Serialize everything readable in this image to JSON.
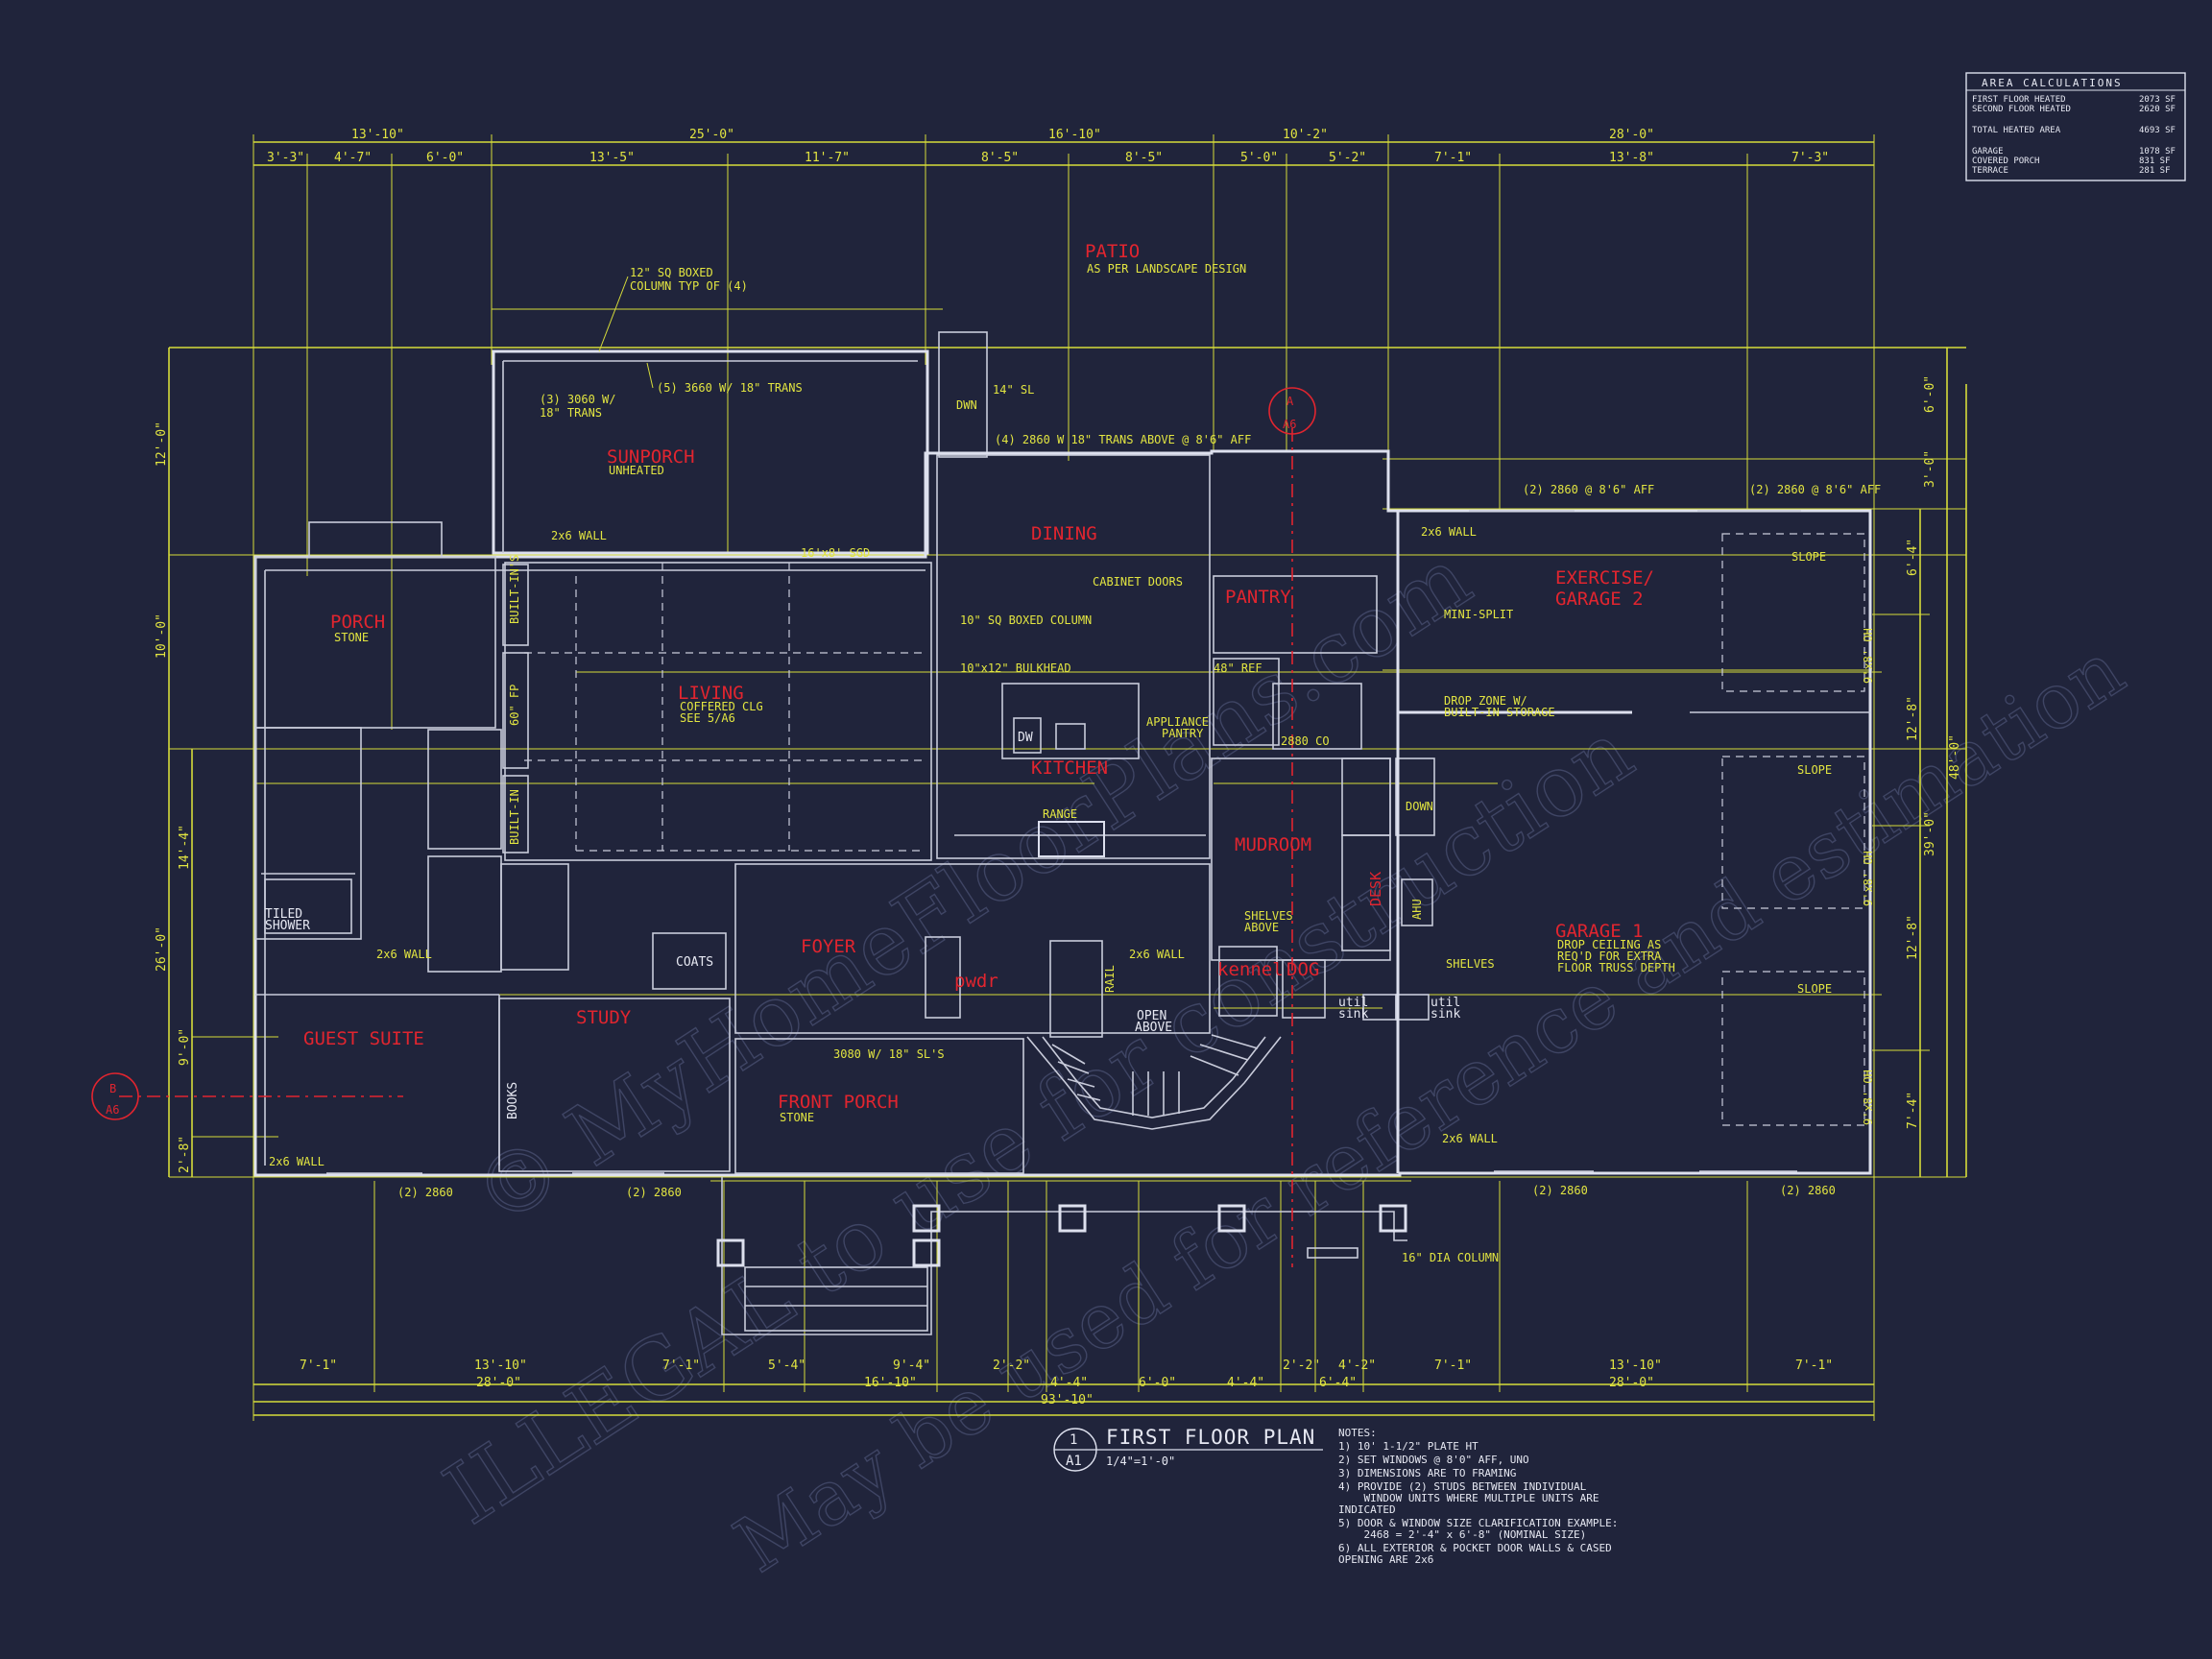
{
  "rooms": {
    "patio": "PATIO",
    "patio_note": "AS PER LANDSCAPE DESIGN",
    "sunporch": "SUNPORCH",
    "sunporch_note": "UNHEATED",
    "porch": "PORCH",
    "porch_note": "STONE",
    "living": "LIVING",
    "living_note1": "COFFERED CLG",
    "living_note2": "SEE 5/A6",
    "dining": "DINING",
    "pantry": "PANTRY",
    "kitchen": "KITCHEN",
    "mudroom": "MUDROOM",
    "foyer": "FOYER",
    "study": "STUDY",
    "guest_suite": "GUEST SUITE",
    "front_porch": "FRONT PORCH",
    "front_porch_note": "STONE",
    "pwdr": "pwdr",
    "kennel": "kennel",
    "dog": "DOG",
    "exercise": "EXERCISE/",
    "garage2": "GARAGE 2",
    "garage1": "GARAGE 1",
    "garage1_note1": "DROP CEILING AS",
    "garage1_note2": "REQ'D FOR EXTRA",
    "garage1_note3": "FLOOR TRUSS DEPTH",
    "desk": "DESK"
  },
  "top_dims_outer": [
    "13'-10\"",
    "25'-0\"",
    "16'-10\"",
    "10'-2\"",
    "28'-0\""
  ],
  "top_dims_inner": [
    "3'-3\"",
    "4'-7\"",
    "6'-0\"",
    "13'-5\"",
    "11'-7\"",
    "8'-5\"",
    "8'-5\"",
    "5'-0\"",
    "5'-2\"",
    "7'-1\"",
    "13'-8\"",
    "7'-3\""
  ],
  "bottom_dims_inner": [
    "7'-1\"",
    "13'-10\"",
    "7'-1\"",
    "5'-4\"",
    "9'-4\"",
    "2'-2\"",
    "4'-4\"",
    "6'-0\"",
    "4'-4\"",
    "2'-2\"",
    "4'-2\"",
    "7'-1\"",
    "13'-10\"",
    "7'-1\""
  ],
  "bottom_dims_mid": [
    "28'-0\"",
    "16'-10\"",
    "6'-4\"",
    "28'-0\""
  ],
  "bottom_total": "93'-10\"",
  "left_dims": [
    "12'-0\"",
    "10'-0\"",
    "26'-0\"",
    "14'-4\"",
    "9'-0\"",
    "2'-8\""
  ],
  "right_dims": [
    "6'-0\"",
    "3'-0\"",
    "48'-0\"",
    "39'-0\"",
    "6'-4\"",
    "12'-8\"",
    "12'-8\"",
    "7'-4\""
  ],
  "labels": {
    "col_box": "12\" SQ BOXED",
    "col_box2": "COLUMN TYP OF (4)",
    "trans_3060": "(3) 3060 W/",
    "trans_3060b": "18\" TRANS",
    "trans_3660": "(5) 3660 W/ 18\" TRANS",
    "sl": "14\" SL",
    "dwn": "DWN",
    "trans_2860": "(4) 2860 W 18\" TRANS ABOVE @ 8'6\" AFF",
    "aff_2860a": "(2) 2860 @ 8'6\" AFF",
    "aff_2860b": "(2) 2860 @ 8'6\" AFF",
    "wall_2x6": "2x6 WALL",
    "sgd": "16'x8' SGD",
    "built_ins": "BUILT-IN'S",
    "built_in": "BUILT-IN",
    "fp": "60\" FP",
    "cabinet": "CABINET DOORS",
    "col_10": "10\" SQ BOXED COLUMN",
    "bulkhead": "10\"x12\" BULKHEAD",
    "appliance": "APPLIANCE",
    "appliance2": "PANTRY",
    "dw": "DW",
    "range": "RANGE",
    "ref": "48\" REF",
    "co_2880": "2880 CO",
    "mini_split": "MINI-SPLIT",
    "drop_zone": "DROP ZONE W/",
    "drop_zone2": "BUILT-IN STORAGE",
    "slope": "SLOPE",
    "shelves": "SHELVES",
    "shelves_above": "SHELVES",
    "shelves_above2": "ABOVE",
    "open_above": "OPEN",
    "open_above2": "ABOVE",
    "coats": "COATS",
    "books": "BOOKS",
    "tiled": "TILED",
    "shower": "SHOWER",
    "util_sink": "util",
    "sink": "sink",
    "trans_3080": "3080 W/ 18\" SL'S",
    "dia_col": "16\" DIA COLUMN",
    "w2860": "(2) 2860",
    "ahu": "AHU",
    "down": "DOWN",
    "rail": "RAIL",
    "oh": "9'x8' OH"
  },
  "area_calc": {
    "title": "AREA CALCULATIONS",
    "rows": [
      {
        "label": "FIRST FLOOR HEATED",
        "value": "2073 SF"
      },
      {
        "label": "SECOND FLOOR HEATED",
        "value": "2620 SF"
      },
      {
        "label": "TOTAL HEATED AREA",
        "value": "4693 SF"
      },
      {
        "label": "GARAGE",
        "value": "1078 SF"
      },
      {
        "label": "COVERED PORCH",
        "value": "831 SF"
      },
      {
        "label": "TERRACE",
        "value": "281 SF"
      }
    ]
  },
  "title_block": {
    "number": "1",
    "sheet": "A1",
    "title": "FIRST FLOOR PLAN",
    "scale": "1/4\"=1'-0\""
  },
  "notes": {
    "heading": "NOTES:",
    "lines": [
      "1) 10' 1-1/2\" PLATE HT",
      "2) SET WINDOWS @ 8'0\" AFF, UNO",
      "3) DIMENSIONS ARE TO FRAMING",
      "4) PROVIDE (2) STUDS BETWEEN INDIVIDUAL",
      "    WINDOW UNITS WHERE MULTIPLE UNITS ARE",
      "INDICATED",
      "5) DOOR & WINDOW SIZE CLARIFICATION EXAMPLE:",
      "    2468 = 2'-4\" x 6'-8\" (NOMINAL SIZE)",
      "6) ALL EXTERIOR & POCKET DOOR WALLS & CASED",
      "OPENING ARE 2x6"
    ]
  },
  "section_marks": {
    "a_top": "A",
    "a_sheet": "A6",
    "b_top": "B",
    "b_sheet": "A6"
  },
  "watermark": {
    "line1": "© MyHomeFloorPlans.com",
    "line2": "ILLEGAL to use for construction",
    "line3": "May be used for reference and estimation"
  }
}
